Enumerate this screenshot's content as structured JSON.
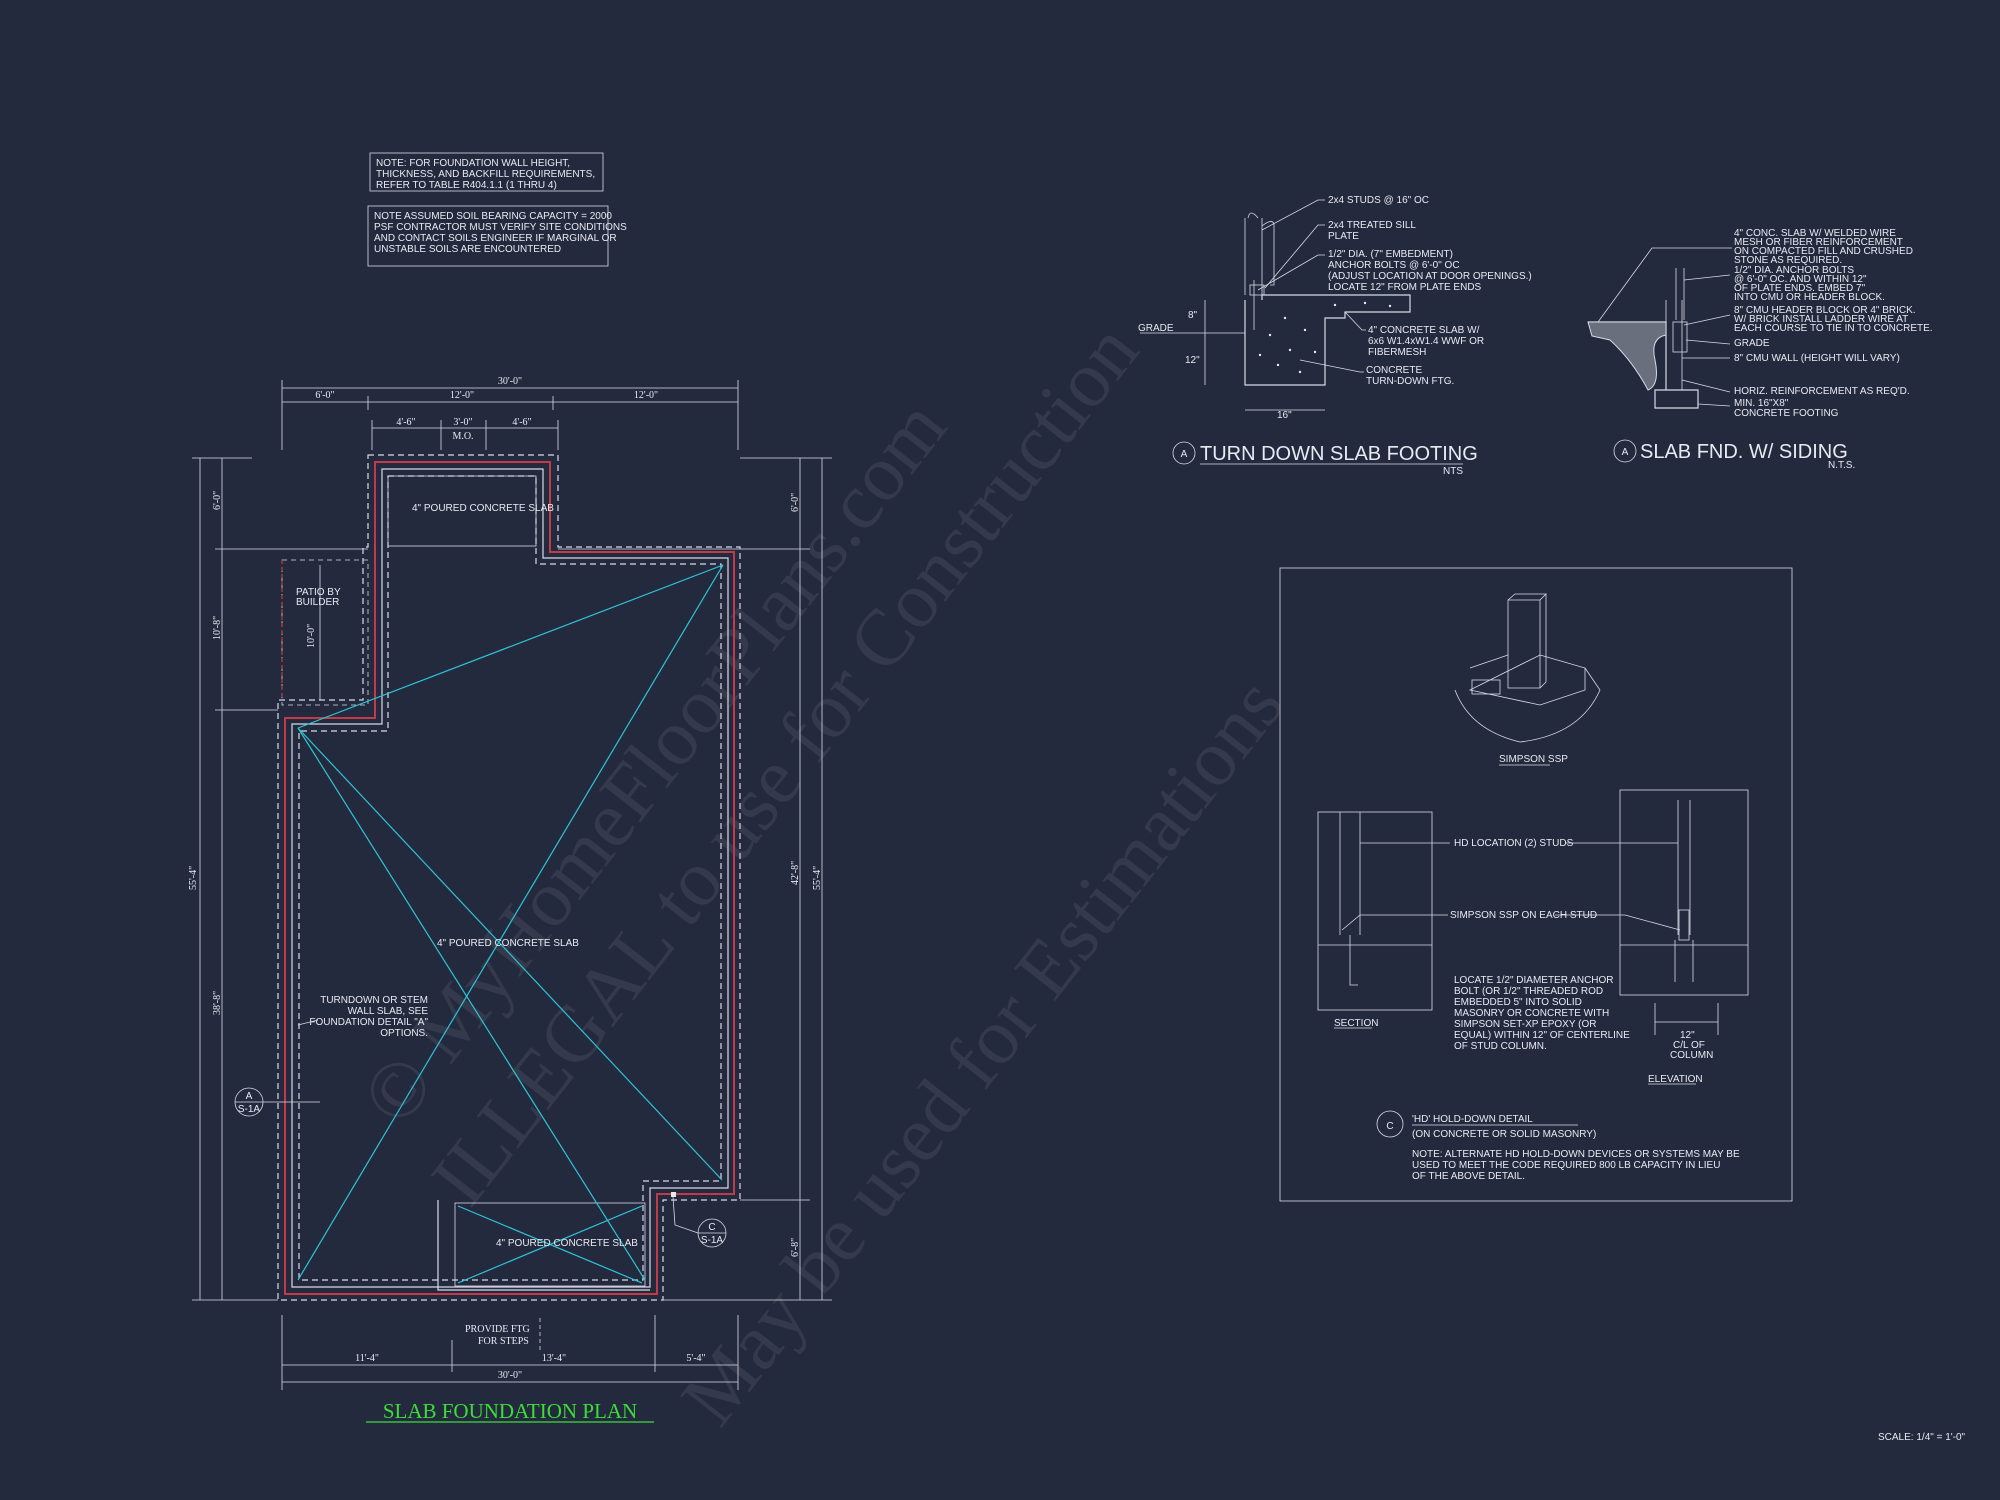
{
  "notes": {
    "note1": [
      "NOTE: FOR FOUNDATION WALL HEIGHT,",
      "THICKNESS, AND BACKFILL REQUIREMENTS,",
      "REFER TO TABLE R404.1.1 (1 THRU 4)"
    ],
    "note2": [
      "NOTE ASSUMED SOIL BEARING CAPACITY = 2000",
      "PSF CONTRACTOR MUST VERIFY SITE CONDITIONS",
      "AND CONTACT SOILS ENGINEER IF MARGINAL OR",
      "UNSTABLE SOILS ARE ENCOUNTERED"
    ]
  },
  "plan": {
    "title": "SLAB FOUNDATION PLAN",
    "top_overall": "30'-0\"",
    "top_segments": [
      "6'-0\"",
      "12'-0\"",
      "12'-0\""
    ],
    "top_sub": [
      "4'-6\"",
      "3'-0\"",
      "4'-6\""
    ],
    "mo": "M.O.",
    "bottom_overall": "30'-0\"",
    "bottom_segments": [
      "11'-4\"",
      "13'-4\"",
      "5'-4\""
    ],
    "left_overall": "55'-4\"",
    "left_segments": [
      "6'-0\"",
      "10'-8\"",
      "38'-8\""
    ],
    "right_segments": [
      "6'-0\"",
      "42'-8\"",
      "6'-8\""
    ],
    "right_overall": "55'-4\"",
    "patio_dim": "10'-0\"",
    "slab_top": "4\" POURED CONCRETE SLAB",
    "slab_main": "4\" POURED CONCRETE SLAB",
    "slab_bottom": "4\" POURED CONCRETE SLAB",
    "patio": [
      "PATIO BY",
      "BUILDER"
    ],
    "turndown": [
      "TURNDOWN OR STEM",
      "WALL SLAB, SEE",
      "FOUNDATION DETAIL \"A\"",
      "OPTIONS."
    ],
    "steps": [
      "PROVIDE FTG",
      "FOR STEPS"
    ],
    "tag_a": [
      "A",
      "S-1A"
    ],
    "tag_c": [
      "C",
      "S-1A"
    ]
  },
  "detail_a1": {
    "labels": [
      "2x4 STUDS @ 16\" OC",
      "2x4 TREATED SILL",
      "PLATE",
      "1/2\" DIA. (7\" EMBEDMENT)",
      "ANCHOR BOLTS @ 6'-0\" OC",
      "(ADJUST LOCATION AT DOOR OPENINGS.)",
      "LOCATE 12\" FROM PLATE ENDS",
      "4\" CONCRETE SLAB W/",
      "6x6 W1.4xW1.4 WWF OR",
      "FIBERMESH",
      "CONCRETE",
      "TURN-DOWN FTG."
    ],
    "grade": "GRADE",
    "dim8": "8\"",
    "dim12": "12\"",
    "dim16": "16\"",
    "tag": "A",
    "title": "TURN DOWN SLAB FOOTING",
    "nts": "NTS"
  },
  "detail_a2": {
    "labels": [
      "4\" CONC. SLAB W/ WELDED WIRE",
      "MESH OR FIBER REINFORCEMENT",
      "ON COMPACTED FILL AND CRUSHED",
      "STONE AS REQUIRED.",
      "1/2\" DIA. ANCHOR BOLTS",
      "@ 6'-0\" OC. AND WITHIN 12\"",
      "OF PLATE ENDS. EMBED 7\"",
      "INTO CMU OR HEADER BLOCK.",
      "8\" CMU HEADER BLOCK OR 4\" BRICK.",
      "W/ BRICK INSTALL LADDER WIRE AT",
      "EACH COURSE TO TIE IN TO CONCRETE.",
      "GRADE",
      "8\" CMU WALL (HEIGHT WILL VARY)",
      "HORIZ. REINFORCEMENT AS REQ'D.",
      "MIN. 16\"X8\"",
      "CONCRETE FOOTING"
    ],
    "tag": "A",
    "title": "SLAB FND. W/ SIDING",
    "nts": "N.T.S."
  },
  "detail_c": {
    "simpson": "SIMPSON SSP",
    "hd_loc": "HD LOCATION (2) STUDS",
    "ssp_each": "SIMPSON SSP ON EACH STUD",
    "locate": [
      "LOCATE 1/2\" DIAMETER ANCHOR",
      "BOLT (OR 1/2\" THREADED ROD",
      "EMBEDDED 5\" INTO SOLID",
      "MASONRY OR CONCRETE WITH",
      "SIMPSON SET-XP EPOXY (OR",
      "EQUAL) WITHIN 12\" OF CENTERLINE",
      "OF STUD COLUMN."
    ],
    "section": "SECTION",
    "elevation": "ELEVATION",
    "dim12": "12\"",
    "cl": [
      "C/L OF",
      "COLUMN"
    ],
    "tag": "C",
    "title": "'HD' HOLD-DOWN DETAIL",
    "subtitle": "(ON CONCRETE OR SOLID MASONRY)",
    "note": [
      "NOTE: ALTERNATE HD HOLD-DOWN DEVICES OR SYSTEMS MAY BE",
      "USED TO MEET THE CODE REQUIRED 800 LB CAPACITY IN LIEU",
      "OF THE ABOVE DETAIL."
    ]
  },
  "scale": "SCALE: 1/4\" = 1'-0\"",
  "watermark": [
    "© MyHomeFloorPlans.com",
    "ILLEGAL to use for Construction",
    "May be used for Estimations"
  ],
  "colors": {
    "background": "#242a3d",
    "line": "#d8dbe6",
    "wall": "#c03a4a",
    "diagonal": "#2ec4d6",
    "plan_title": "#3ddc3a"
  }
}
